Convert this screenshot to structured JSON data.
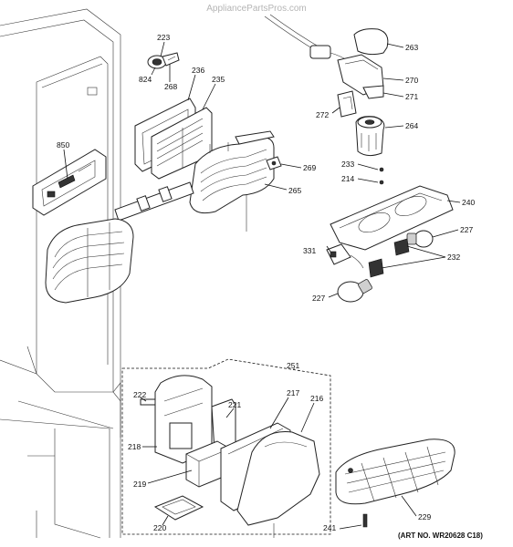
{
  "watermark": "AppliancePartsPros.com",
  "art_number": "(ART NO. WR20628 C18)",
  "parts": [
    {
      "label": "223"
    },
    {
      "label": "824"
    },
    {
      "label": "268"
    },
    {
      "label": "236"
    },
    {
      "label": "235"
    },
    {
      "label": "850"
    },
    {
      "label": "263"
    },
    {
      "label": "270"
    },
    {
      "label": "271"
    },
    {
      "label": "272"
    },
    {
      "label": "264"
    },
    {
      "label": "233"
    },
    {
      "label": "214"
    },
    {
      "label": "269"
    },
    {
      "label": "265"
    },
    {
      "label": "240"
    },
    {
      "label": "227"
    },
    {
      "label": "331"
    },
    {
      "label": "232"
    },
    {
      "label": "227"
    },
    {
      "label": "251"
    },
    {
      "label": "222"
    },
    {
      "label": "217"
    },
    {
      "label": "221"
    },
    {
      "label": "216"
    },
    {
      "label": "218"
    },
    {
      "label": "219"
    },
    {
      "label": "220"
    },
    {
      "label": "229"
    },
    {
      "label": "241"
    }
  ]
}
